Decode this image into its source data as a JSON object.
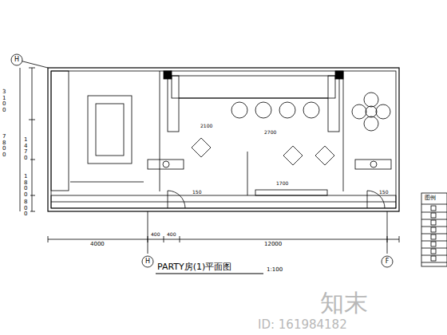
{
  "diagram": {
    "title": "PARTY房(1)平面图",
    "nodes": [
      {
        "text": [
          "H"
        ]
      },
      {
        "text": [
          "H"
        ]
      },
      {
        "text": [
          "F"
        ]
      }
    ],
    "edges": [],
    "labels": [
      "3100",
      "7800",
      "1470",
      "1800",
      "800",
      "4000",
      "12000",
      "400",
      "400",
      "150",
      "150",
      "1700",
      "2100",
      "2700",
      "1:100",
      "图例",
      "知末",
      "ID: 161984182"
    ]
  }
}
